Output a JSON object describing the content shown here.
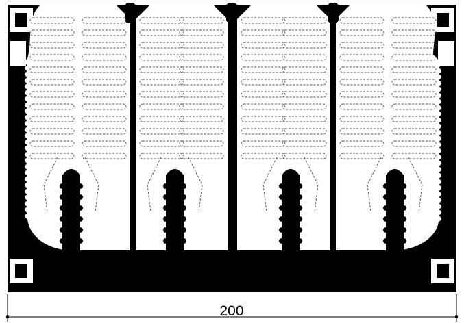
{
  "drawing": {
    "dimension": {
      "value": "200"
    },
    "colors": {
      "profile": "#000000",
      "background": "#ffffff",
      "hidden_lines": "#555555",
      "dimension_line": "#000000"
    },
    "features": {
      "channels": 4,
      "ribs_per_channel": 2,
      "split_fins": 4,
      "mounting_slots": 4
    }
  }
}
